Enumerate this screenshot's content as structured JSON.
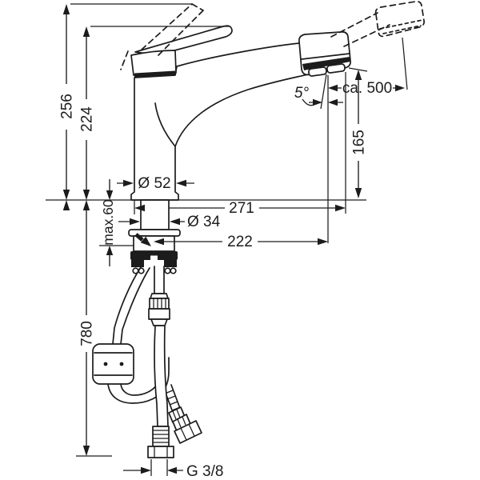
{
  "drawing": {
    "background_color": "#ffffff",
    "line_color": "#1c1c1c",
    "dimensions": {
      "height_to_raised_handle": "256",
      "total_height": "224",
      "body_diameter": "Ø 52",
      "max_mounting_thickness": "max.60",
      "spout_reach_overall": "271",
      "shank_diameter": "Ø 34",
      "spout_reach_center": "222",
      "hose_length_below_deck": "780",
      "spout_outlet_height": "165",
      "pullout_hose_range": "ca. 500",
      "spray_face_angle": "5°",
      "connection_thread": "G 3/8"
    }
  }
}
